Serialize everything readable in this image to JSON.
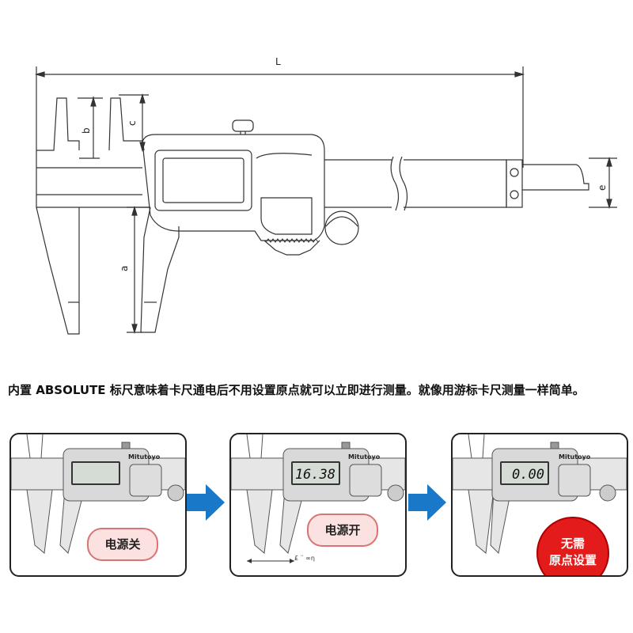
{
  "dimension_labels": {
    "L": "L",
    "a": "a",
    "b": "b",
    "c": "c",
    "e": "e"
  },
  "description": "内置 ABSOLUTE 标尺意味着卡尺通电后不用设置原点就可以立即进行测量。就像用游标卡尺测量一样简单。",
  "panels": [
    {
      "display_value": "",
      "brand": "Mitutoyo",
      "badge": "电源关"
    },
    {
      "display_value": "16.38",
      "brand": "Mitutoyo",
      "badge": "电源开",
      "measure_mark": "£ ¨ ∞η"
    },
    {
      "display_value": "0.00",
      "brand": "Mitutoyo",
      "badge_line1": "无需",
      "badge_line2": "原点设置"
    }
  ],
  "colors": {
    "arrow": "#1a78c8",
    "badge_red": "#e31b1b",
    "badge_pink": "#fbe2e0"
  },
  "icons": [
    "right-arrow-icon",
    "right-arrow-icon"
  ]
}
